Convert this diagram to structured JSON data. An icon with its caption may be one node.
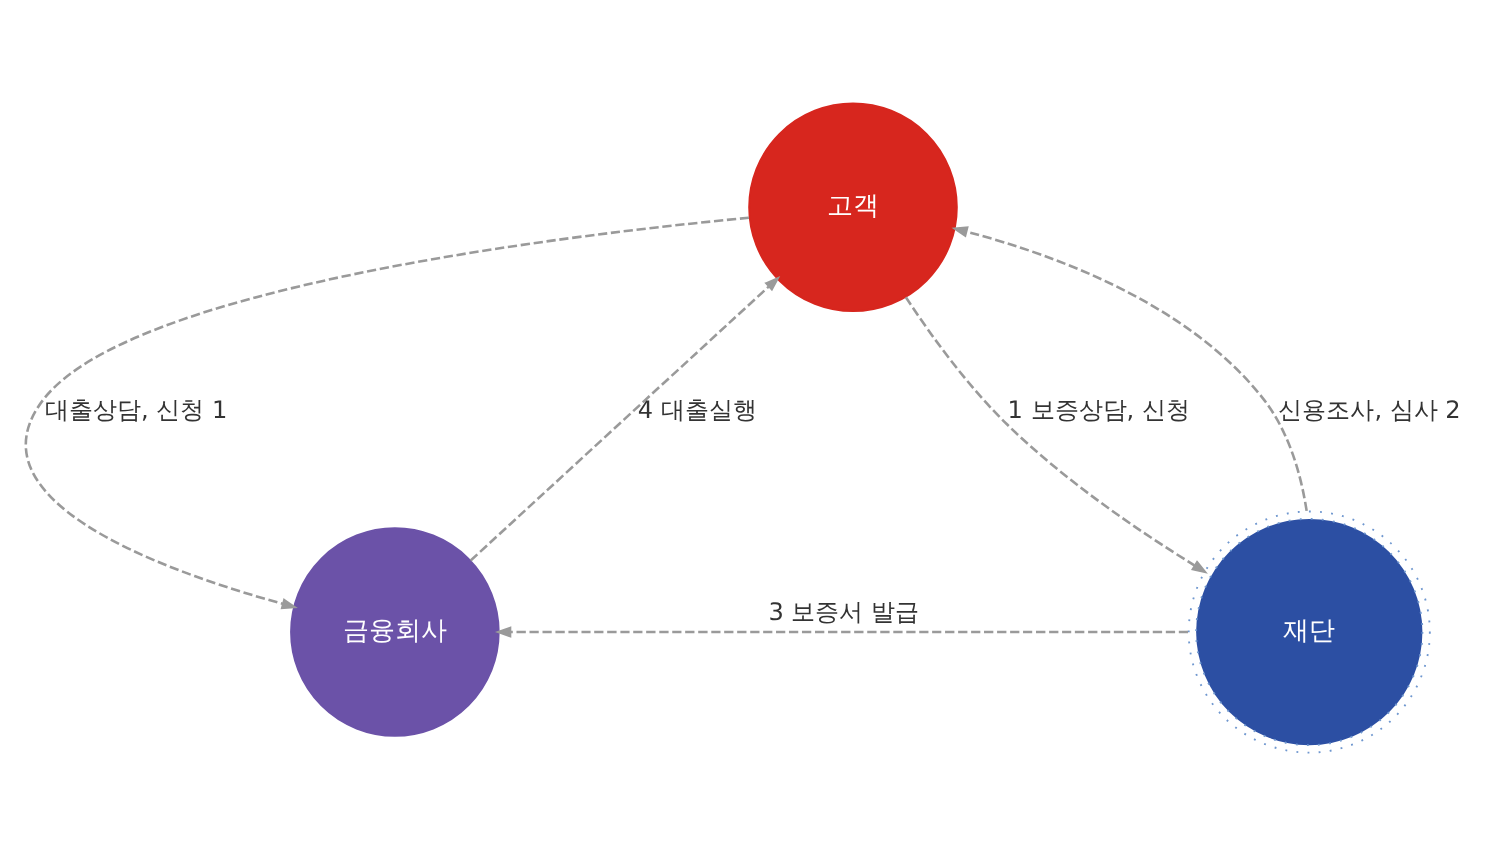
{
  "diagram": {
    "nodes": [
      {
        "text": [
          "고객"
        ]
      },
      {
        "text": [
          "금융회사"
        ]
      },
      {
        "text": [
          "재단"
        ]
      }
    ],
    "edges": [
      {
        "from": 0,
        "to": 1,
        "arrow": "to",
        "label": "대출상담, 신청 1",
        "style": "dashed"
      },
      {
        "from": 1,
        "to": 0,
        "arrow": "to",
        "label": "4 대출실행",
        "style": "dashed"
      },
      {
        "from": 0,
        "to": 2,
        "arrow": "to",
        "label": "1 보증상담, 신청",
        "style": "dashed"
      },
      {
        "from": 2,
        "to": 0,
        "arrow": "to",
        "label": "신용조사, 심사 2",
        "style": "dashed"
      },
      {
        "from": 2,
        "to": 1,
        "arrow": "to",
        "label": "3 보증서 발급",
        "style": "dashed"
      }
    ]
  }
}
